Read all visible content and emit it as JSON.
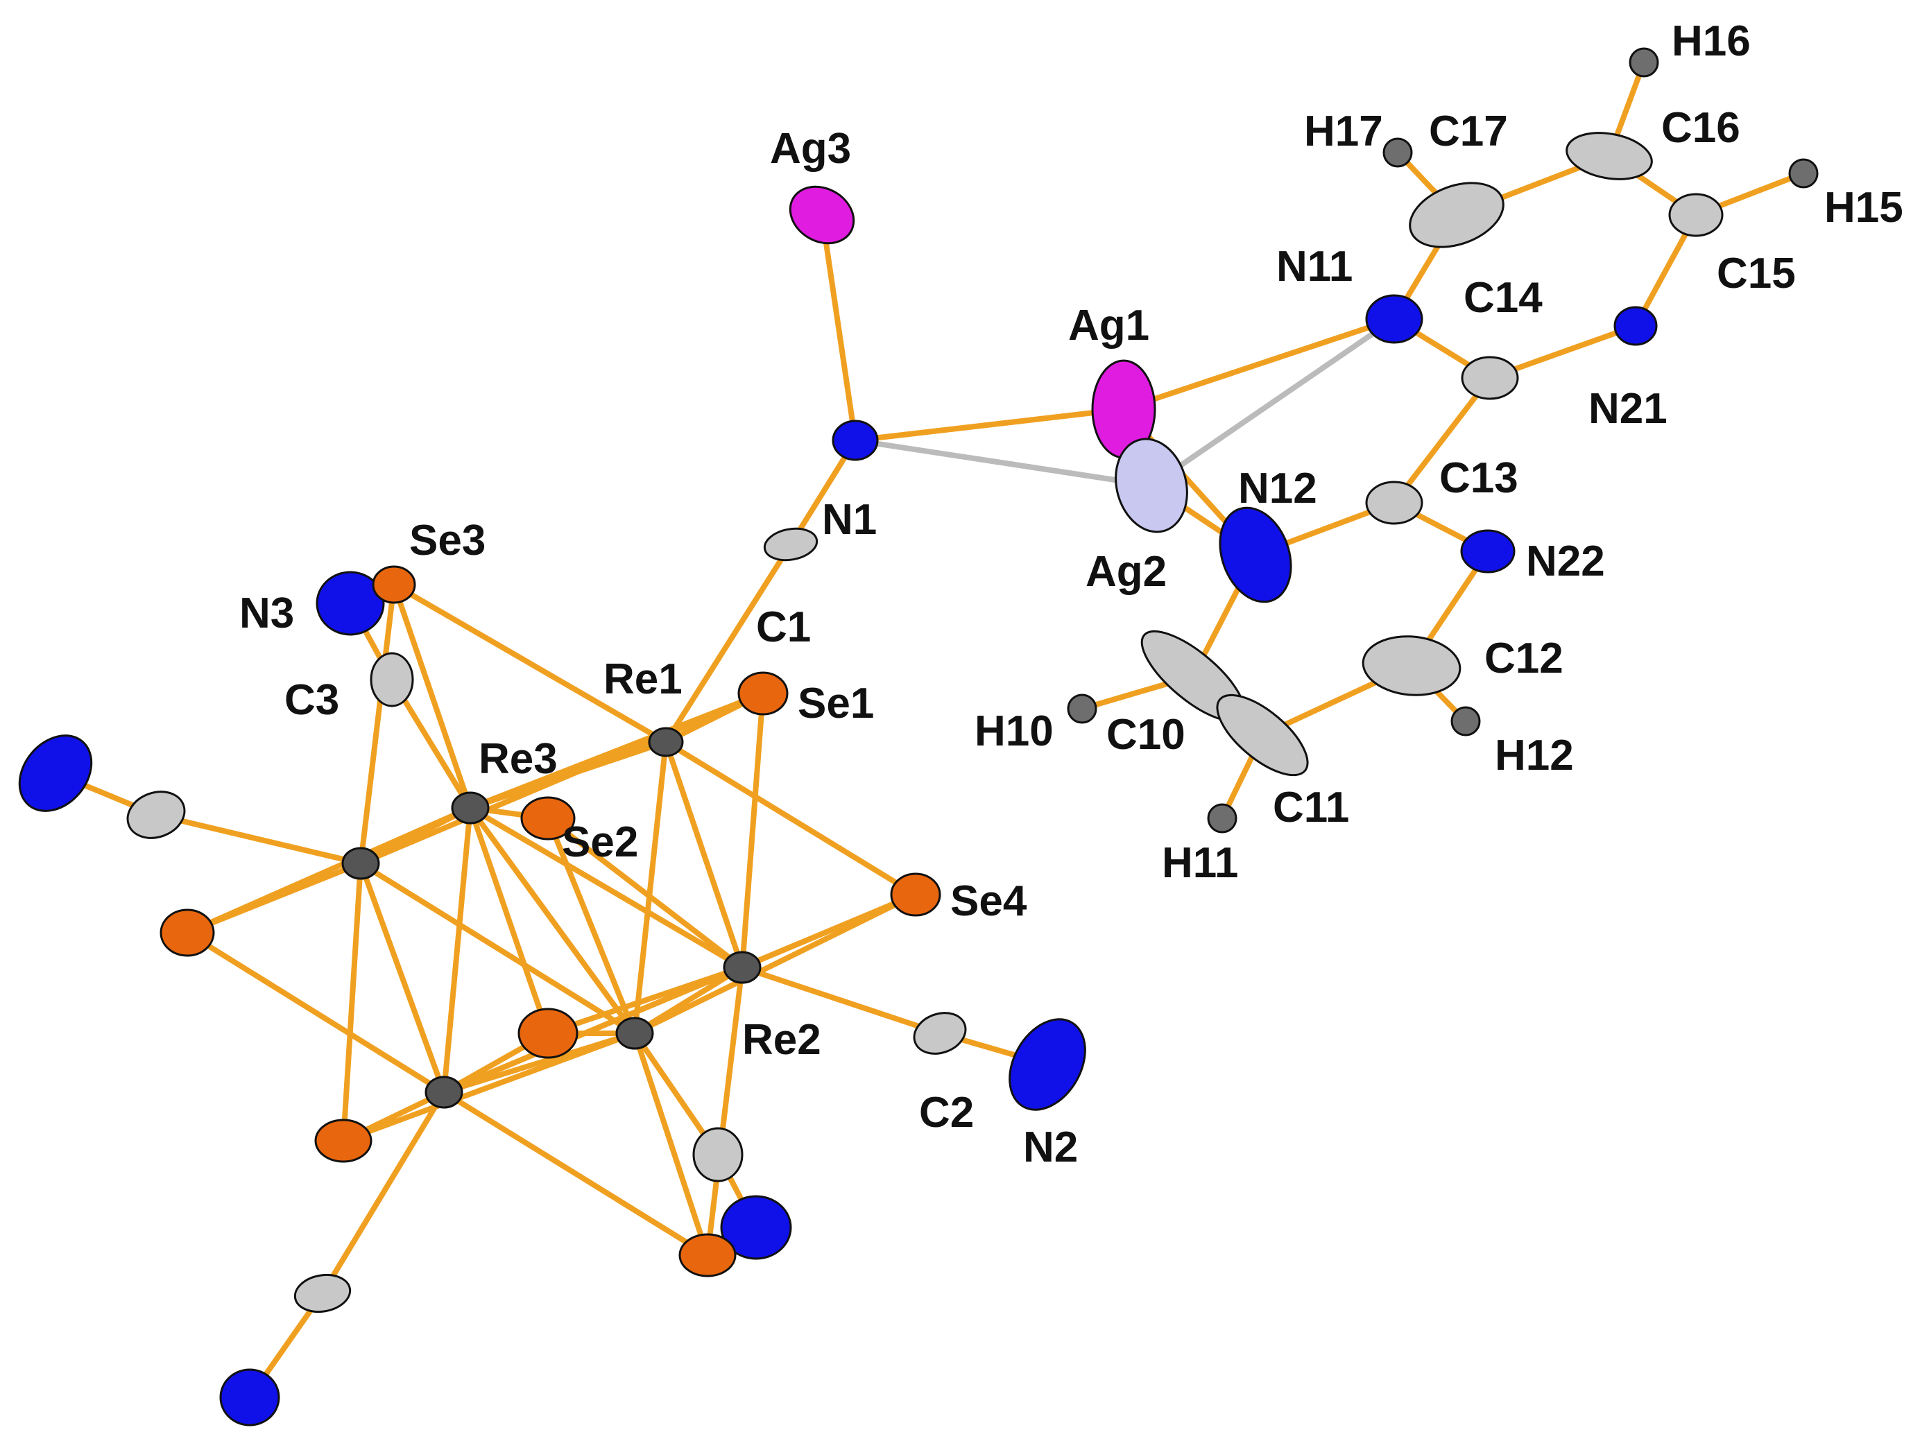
{
  "colors": {
    "bond": "#f0a020",
    "contact": "#cccccc",
    "Re": "#555555",
    "Se": "#e8660d",
    "N": "#1010e8",
    "C": "#c8c8c8",
    "H": "#6e6e6e",
    "Ag": "#e01ce0",
    "Ag2": "#c8c8f0"
  },
  "labels": {
    "Ag3": "Ag3",
    "Ag1": "Ag1",
    "Ag2": "Ag2",
    "N1": "N1",
    "C1": "C1",
    "Se1": "Se1",
    "Se2": "Se2",
    "Se3": "Se3",
    "Se4": "Se4",
    "N3": "N3",
    "C3": "C3",
    "Re1": "Re1",
    "Re2": "Re2",
    "Re3": "Re3",
    "C2": "C2",
    "N2": "N2",
    "N11": "N11",
    "N12": "N12",
    "N21": "N21",
    "N22": "N22",
    "C10": "C10",
    "C11": "C11",
    "C12": "C12",
    "C13": "C13",
    "C14": "C14",
    "C15": "C15",
    "C16": "C16",
    "C17": "C17",
    "H10": "H10",
    "H11": "H11",
    "H12": "H12",
    "H15": "H15",
    "H16": "H16",
    "H17": "H17"
  }
}
